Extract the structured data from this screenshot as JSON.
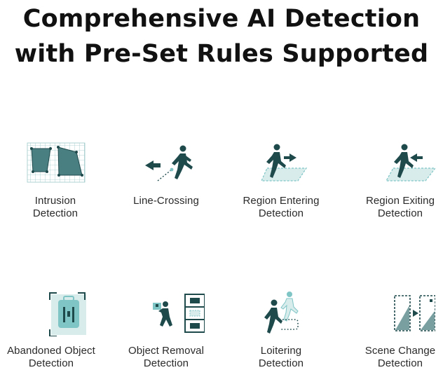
{
  "title": {
    "line1": "Comprehensive AI Detection",
    "line2": "with Pre-Set Rules Supported"
  },
  "colors": {
    "teal": "#3a6a6d",
    "teal_light": "#7fc5c6",
    "teal_pale": "#d9ecec",
    "figure": "#1f4a4c"
  },
  "features": [
    {
      "icon": "intrusion-icon",
      "line1": "Intrusion",
      "line2": "Detection"
    },
    {
      "icon": "line-crossing-icon",
      "line1": "Line-Crossing",
      "line2": ""
    },
    {
      "icon": "region-entering-icon",
      "line1": "Region Entering",
      "line2": "Detection"
    },
    {
      "icon": "region-exiting-icon",
      "line1": "Region Exiting",
      "line2": "Detection"
    },
    {
      "icon": "abandoned-object-icon",
      "line1": "Abandoned Object",
      "line2": "Detection"
    },
    {
      "icon": "object-removal-icon",
      "line1": "Object Removal",
      "line2": "Detection"
    },
    {
      "icon": "loitering-icon",
      "line1": "Loitering",
      "line2": "Detection"
    },
    {
      "icon": "scene-change-icon",
      "line1": "Scene Change",
      "line2": "Detection"
    }
  ]
}
